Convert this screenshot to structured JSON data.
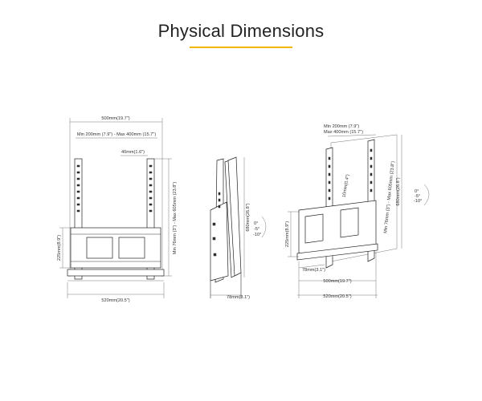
{
  "title": "Physical Dimensions",
  "colors": {
    "accent": "#f2b705",
    "line": "#333333",
    "text": "#222222"
  },
  "front": {
    "width_top": "500mm(19.7\")",
    "vesa_range": "Min 200mm (7.9\") - Max 400mm (15.7\")",
    "offset": "40mm(1.6\")",
    "height_range": "Min 76mm (3\") - Max 605mm (23.8\")",
    "plate_height": "225mm(8.9\")",
    "width_bottom": "520mm(20.5\")"
  },
  "side": {
    "height": "680mm(26.8\")",
    "depth": "78mm(3.1\")",
    "tilt": [
      "0°",
      "-5°",
      "-10°"
    ]
  },
  "iso": {
    "vesa_min": "Min 200mm (7.9\")",
    "vesa_max": "Max 400mm (15.7\")",
    "offset": "10mm(0.4\")",
    "height_range": "Min 76mm (3\") - Max 605mm (23.8\")",
    "height": "680mm(26.8\")",
    "plate_height": "225mm(8.9\")",
    "depth": "78mm(3.1\")",
    "width_mid": "500mm(19.7\")",
    "width_bottom": "520mm(20.5\")",
    "tilt": [
      "0°",
      "-5°",
      "-10°"
    ]
  }
}
